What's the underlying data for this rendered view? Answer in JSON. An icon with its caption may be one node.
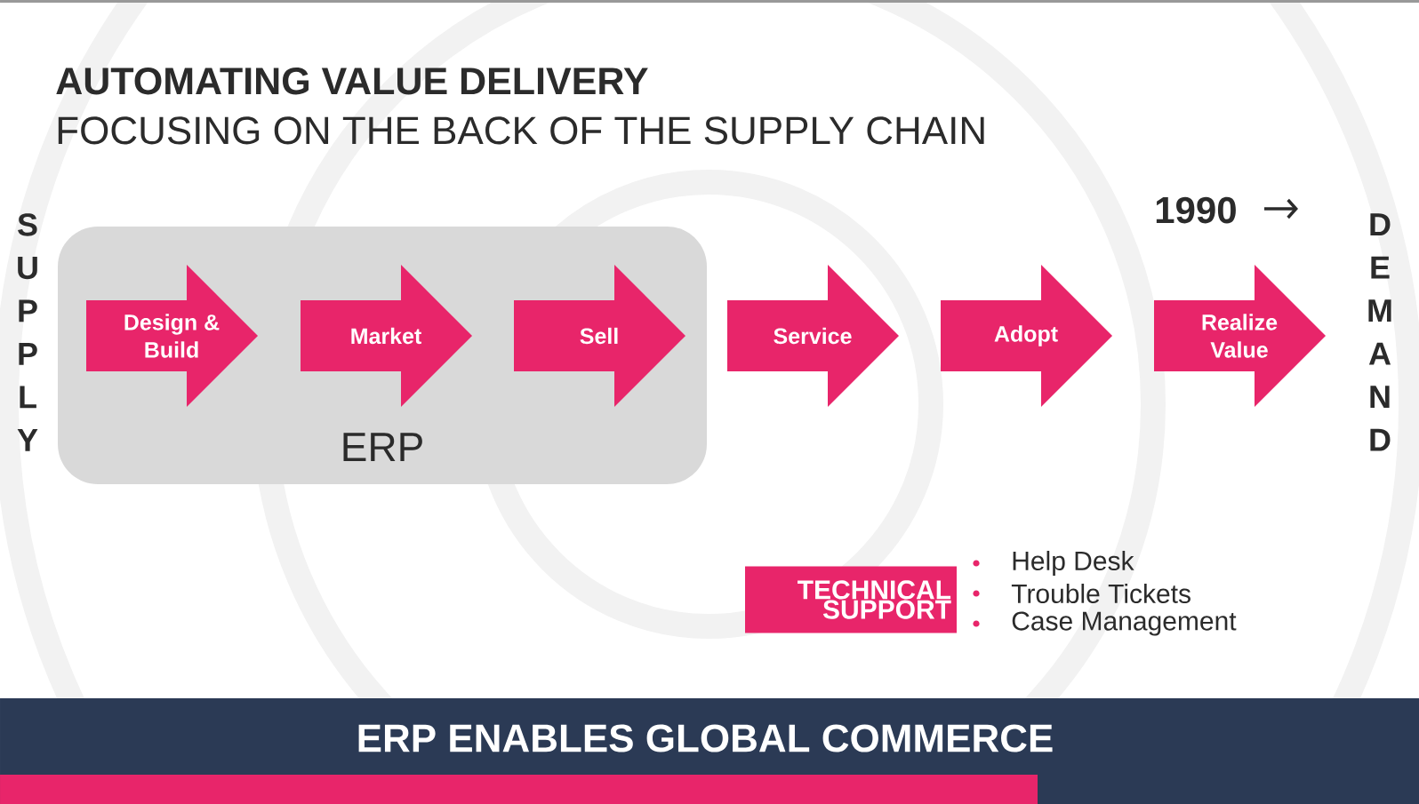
{
  "diagram": {
    "title": "AUTOMATING VALUE DELIVERY",
    "caption": "ERP ENABLES GLOBAL COMMERCE",
    "nodes": [
      {
        "text": [
          "ERP"
        ]
      },
      {
        "text": [
          "Design & Build"
        ],
        "in": 0
      },
      {
        "text": [
          "Market"
        ],
        "in": 0
      },
      {
        "text": [
          "Sell"
        ],
        "in": 0
      },
      {
        "text": [
          "Service"
        ]
      },
      {
        "text": [
          "Adopt"
        ]
      },
      {
        "text": [
          "Realize Value"
        ]
      },
      {
        "text": [
          "TECHNICAL SUPPORT"
        ]
      }
    ],
    "edges": [],
    "labels": [
      "FOCUSING ON THE BACK OF THE SUPPLY CHAIN",
      "1990",
      "SUPPLY",
      "DEMAND",
      "Help Desk",
      "Trouble Tickets",
      "Case Management"
    ]
  }
}
